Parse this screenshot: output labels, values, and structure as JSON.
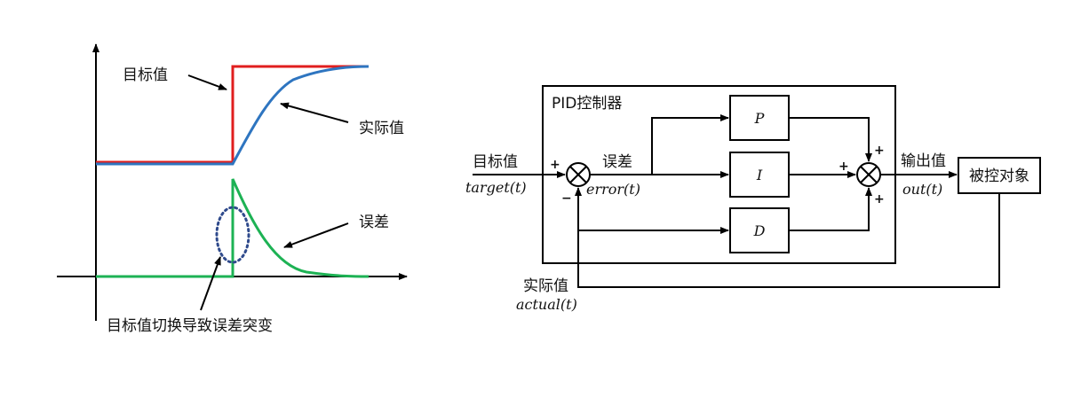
{
  "colors": {
    "target": "#e01e1e",
    "actual": "#2e75c0",
    "error": "#1db254",
    "highlight": "#2f4a8c",
    "ink": "#000000"
  },
  "left_plot": {
    "target_label": "目标值",
    "actual_label": "实际值",
    "error_label": "误差",
    "spike_caption": "目标值切换导致误差突变"
  },
  "block_diagram": {
    "controller_title": "PID控制器",
    "input_label": "目标值",
    "input_math": "target(t)",
    "error_label": "误差",
    "error_math": "error(t)",
    "output_label": "输出值",
    "output_math": "out(t)",
    "plant_label": "被控对象",
    "feedback_label": "实际值",
    "feedback_math": "actual(t)",
    "blocks": {
      "p": "P",
      "i": "I",
      "d": "D"
    },
    "signs": {
      "plus": "+",
      "minus": "−"
    }
  }
}
